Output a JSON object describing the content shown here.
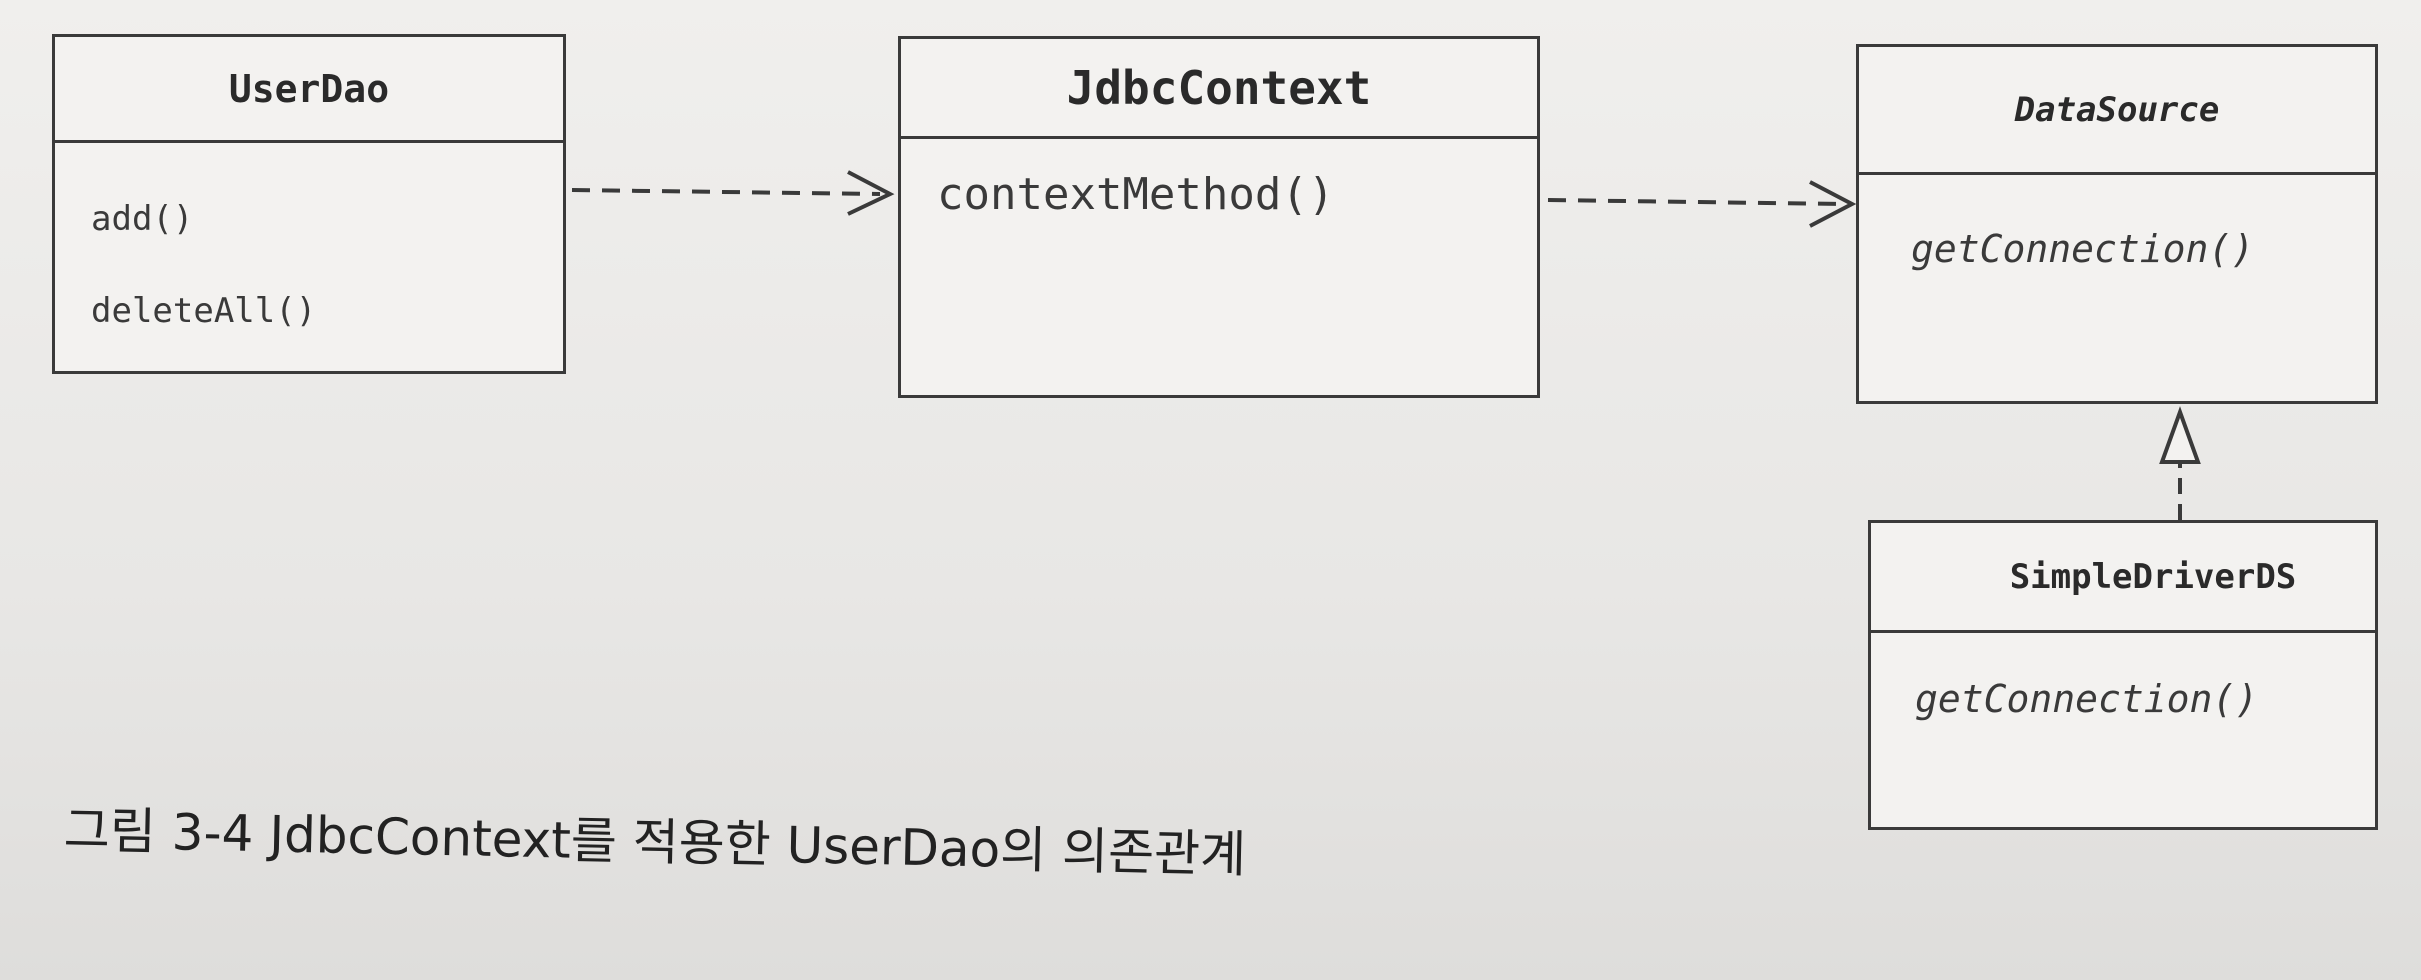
{
  "classes": {
    "userdao": {
      "name": "UserDao",
      "methods": [
        "add()",
        "deleteAll()"
      ]
    },
    "jdbccontext": {
      "name": "JdbcContext",
      "methods": [
        "contextMethod()"
      ]
    },
    "datasource": {
      "name": "DataSource",
      "methods": [
        "getConnection()"
      ]
    },
    "simpledriverds": {
      "name": "SimpleDriverDS",
      "methods": [
        "getConnection()"
      ]
    }
  },
  "relationships": [
    {
      "from": "UserDao",
      "to": "JdbcContext",
      "type": "dependency"
    },
    {
      "from": "JdbcContext",
      "to": "DataSource",
      "type": "dependency"
    },
    {
      "from": "SimpleDriverDS",
      "to": "DataSource",
      "type": "realization"
    }
  ],
  "caption": "그림 3-4 JdbcContext를 적용한 UserDao의 의존관계",
  "colors": {
    "line": "#3a3a3a",
    "paper": "#efeeec",
    "text": "#2a2a2a"
  }
}
